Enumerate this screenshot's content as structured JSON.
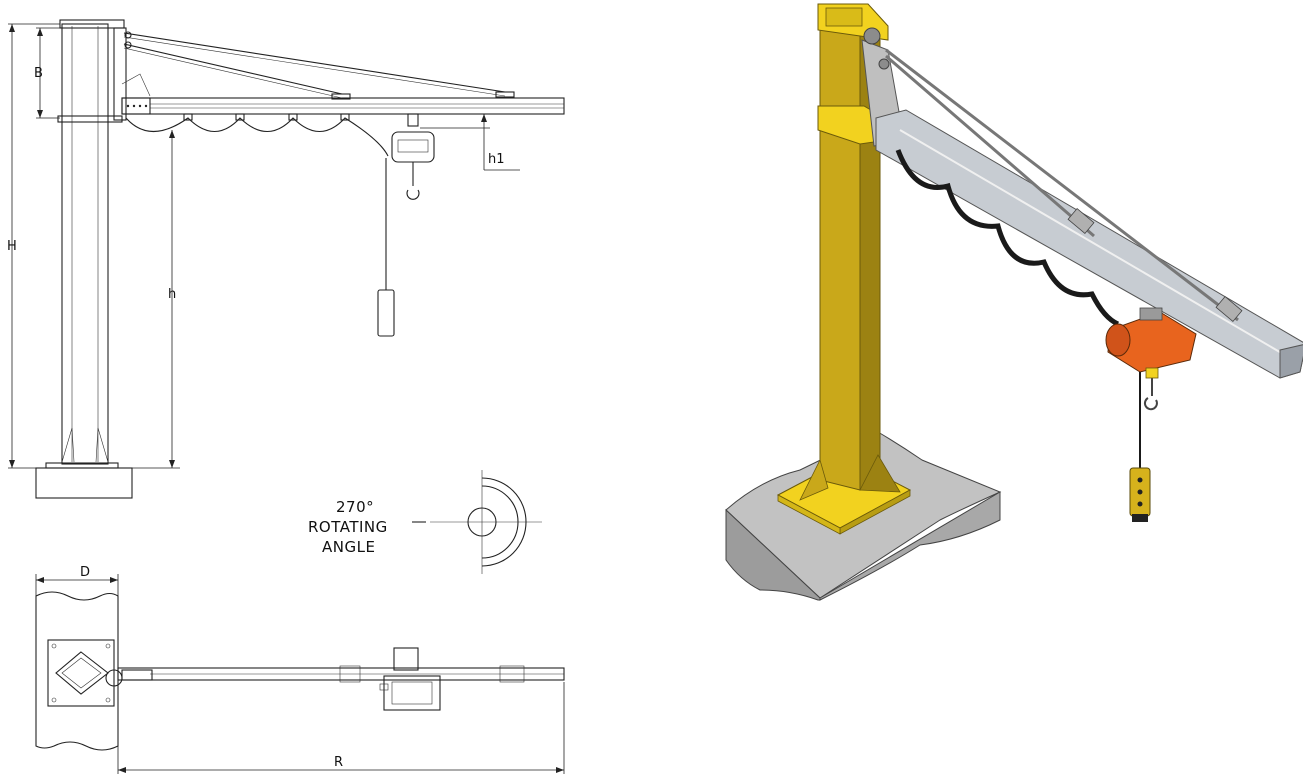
{
  "dimensions": {
    "B": "B",
    "H": "H",
    "h": "h",
    "h1": "h1",
    "D": "D",
    "R": "R"
  },
  "rotation": {
    "angle": "270°",
    "line1": "ROTATING",
    "line2": "ANGLE"
  },
  "colors": {
    "pillar": "#c9a81a",
    "pillar_dark": "#9c8212",
    "base_plate": "#f2d21f",
    "boom": "#c7ccd2",
    "hoist": "#e8641e",
    "pendant": "#d6b21c",
    "floor": "#b5b5b5",
    "cable": "#1a1a1a"
  }
}
